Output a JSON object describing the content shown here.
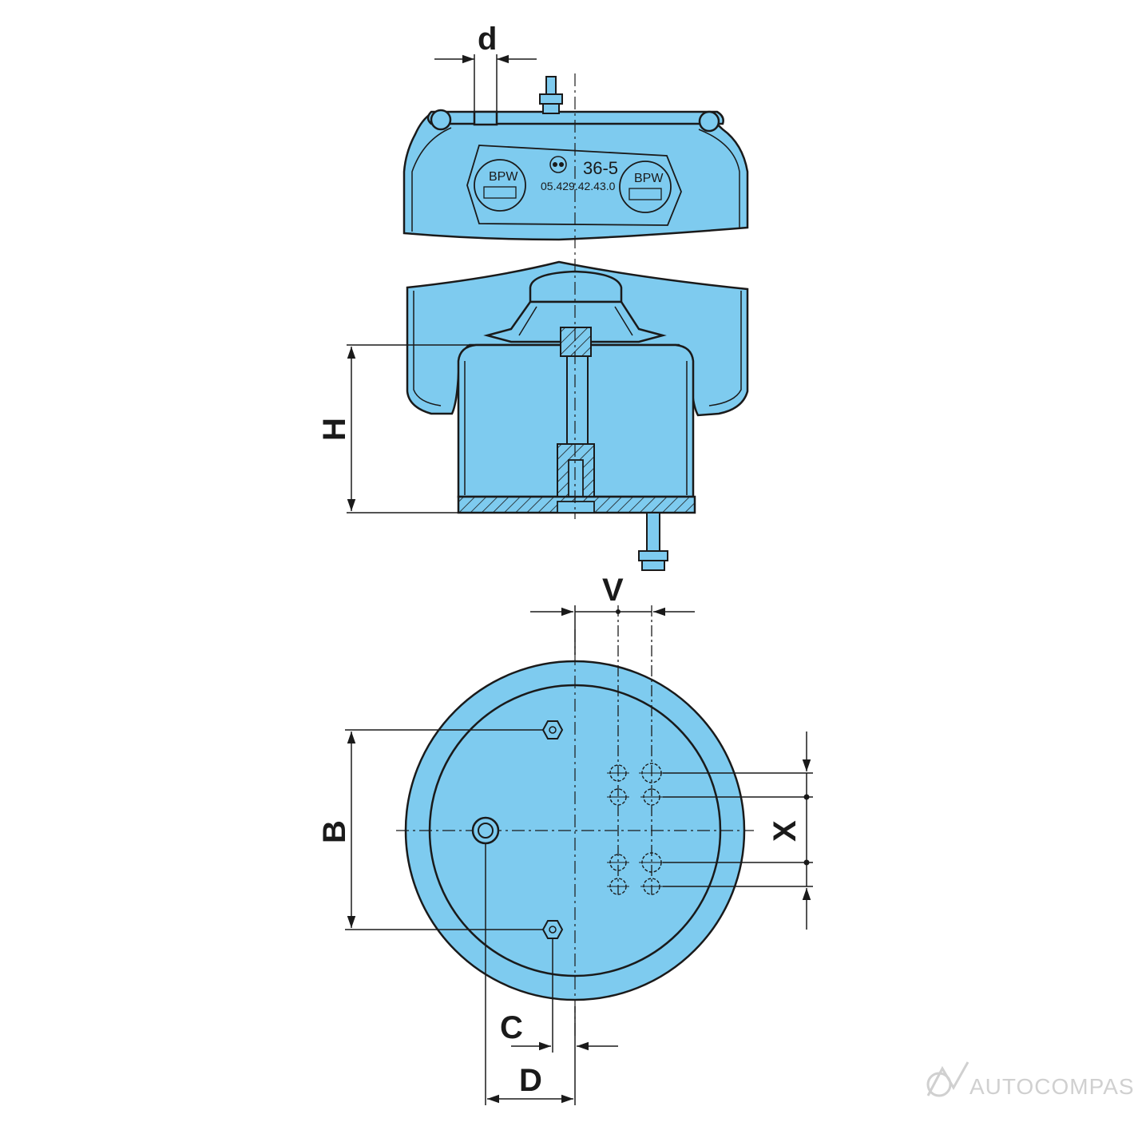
{
  "drawing": {
    "fill_color": "#7ecbef",
    "line_color": "#1a1a1a",
    "hatch_color": "#1a1a1a"
  },
  "labels": {
    "d": "d",
    "H": "H",
    "V": "V",
    "B": "B",
    "X": "X",
    "C": "C",
    "D": "D"
  },
  "part": {
    "model": "36-5",
    "number": "05.429.42.43.0",
    "brand_left": "BPW",
    "brand_right": "BPW"
  },
  "watermark": {
    "text": "AUTOCOMPAS"
  }
}
